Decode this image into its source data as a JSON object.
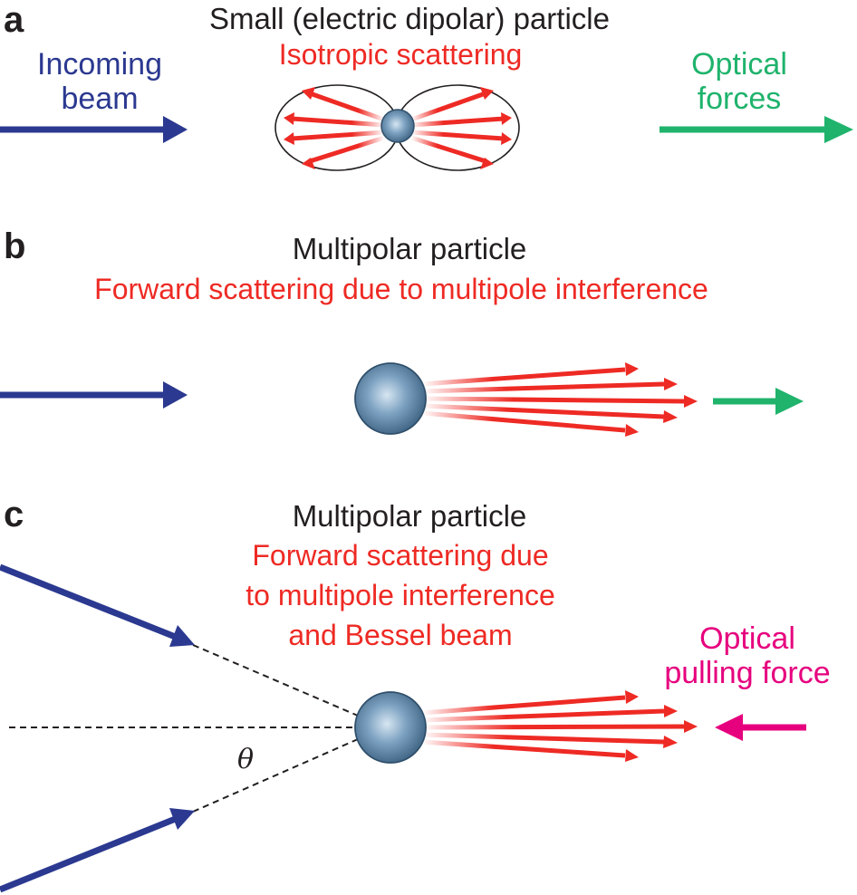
{
  "panel_a": {
    "letter": "a",
    "title": "Small (electric dipolar) particle",
    "scatter_label": "Isotropic scattering",
    "incoming_label_1": "Incoming",
    "incoming_label_2": "beam",
    "force_label_1": "Optical",
    "force_label_2": "forces"
  },
  "panel_b": {
    "letter": "b",
    "title": "Multipolar particle",
    "scatter_label": "Forward scattering due to multipole interference"
  },
  "panel_c": {
    "letter": "c",
    "title": "Multipolar particle",
    "scatter_label_1": "Forward scattering due",
    "scatter_label_2": "to multipole interference",
    "scatter_label_3": "and Bessel beam",
    "force_label_1": "Optical",
    "force_label_2": "pulling force",
    "angle_symbol": "θ"
  },
  "colors": {
    "incoming_beam": "#2b3990",
    "scattering": "#ee2a24",
    "optical_force": "#1fb36c",
    "pulling_force": "#e6007e",
    "particle": "#5b86a8"
  }
}
